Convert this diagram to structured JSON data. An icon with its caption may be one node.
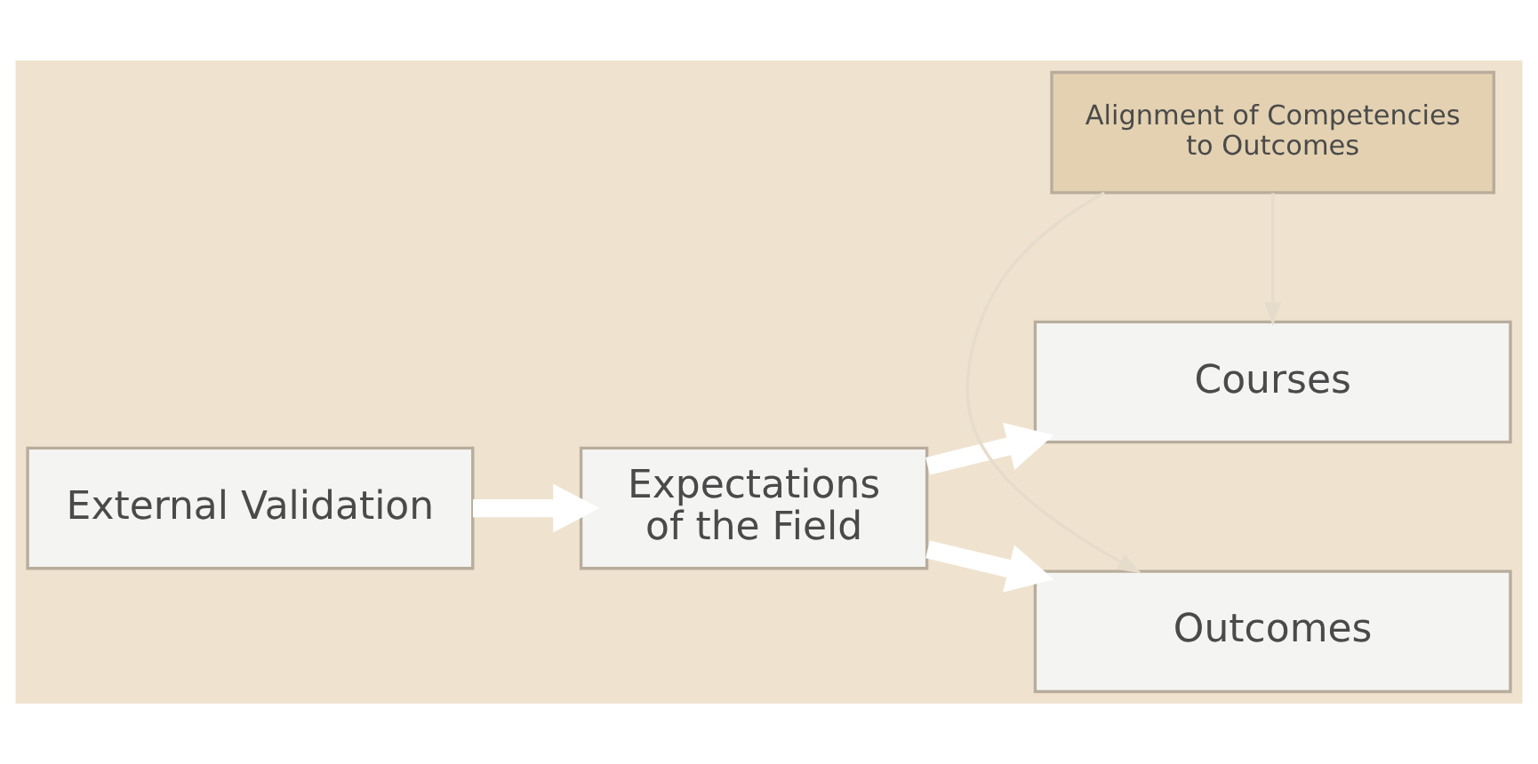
{
  "diagram": {
    "nodes": [
      {
        "text": [
          "External Validation"
        ]
      },
      {
        "text": [
          "Expectations of the Field"
        ]
      },
      {
        "text": [
          "Outcomes"
        ]
      },
      {
        "text": [
          "Alignment of Competencies to Outcomes"
        ]
      },
      {
        "text": [
          "Courses"
        ]
      }
    ],
    "edges": [
      {
        "from": 0,
        "to": 1,
        "arrow": "to"
      },
      {
        "from": 1,
        "to": 2,
        "arrow": "to"
      },
      {
        "from": 1,
        "to": 4,
        "arrow": "to"
      },
      {
        "from": 3,
        "to": 2,
        "arrow": "to",
        "color": "#e6dccb"
      },
      {
        "from": 3,
        "to": 4,
        "arrow": "to",
        "color": "#e6dccb"
      }
    ]
  }
}
